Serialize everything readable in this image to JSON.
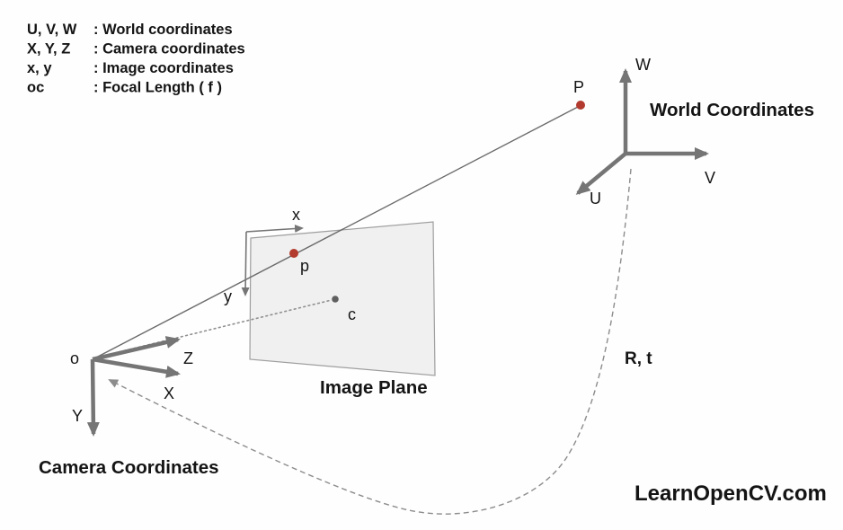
{
  "colors": {
    "background": "#fefefe",
    "axis_gray": "#757575",
    "thin_line_gray": "#6b6b6b",
    "dotted_gray": "#909090",
    "dashed_gray": "#8c8c8c",
    "plane_fill": "#f0f0f0",
    "plane_border": "#9e9e9e",
    "point_red": "#b23a2e",
    "point_gray": "#5f5f5f",
    "text_black": "#141414",
    "brand_blue": "#4a7cbb"
  },
  "legend": {
    "rows": [
      {
        "term": "U, V, W",
        "desc": ": World coordinates"
      },
      {
        "term": "X, Y, Z",
        "desc": ": Camera coordinates"
      },
      {
        "term": "x, y",
        "desc": ": Image coordinates"
      },
      {
        "term": "oc",
        "desc": ": Focal Length ( f )"
      }
    ]
  },
  "world": {
    "title": "World Coordinates",
    "axis_w": "W",
    "axis_v": "V",
    "axis_u": "U",
    "point_label": "P"
  },
  "camera": {
    "title": "Camera Coordinates",
    "origin_label": "o",
    "axis_z": "Z",
    "axis_x": "X",
    "axis_y": "Y"
  },
  "image_plane": {
    "title": "Image Plane",
    "axis_x": "x",
    "axis_y": "y",
    "point_label": "p",
    "principal_point_label": "c"
  },
  "transform_label": "R, t",
  "brand": "LearnOpenCV.com"
}
